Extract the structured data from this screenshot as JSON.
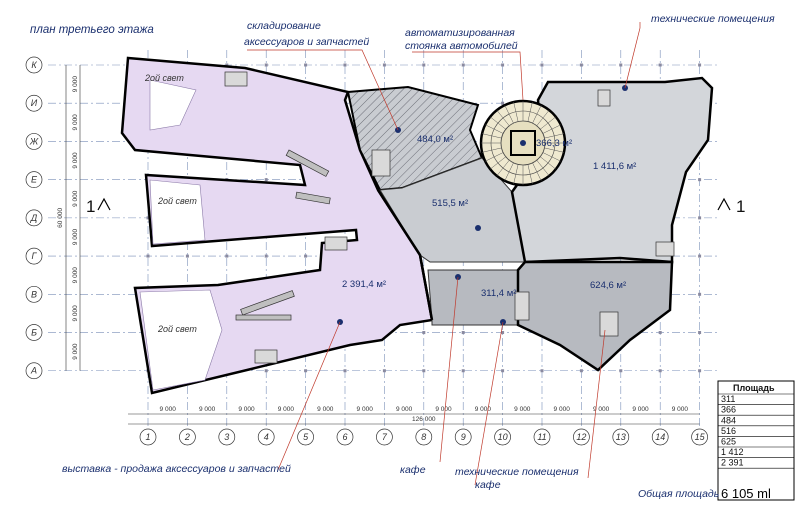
{
  "title": "план третьего этажа",
  "callouts": {
    "storage": [
      "складирование",
      "аксессуаров и запчастей"
    ],
    "parking": [
      "автоматизированная",
      "стоянка автомобилей"
    ],
    "tech_top": "технические помещения",
    "expo": "выставка - продажа аксессуаров и запчастей",
    "cafe": "кафе",
    "tech_bottom": [
      "технические помещения",
      "кафе"
    ]
  },
  "rows": [
    "К",
    "И",
    "Ж",
    "Е",
    "Д",
    "Г",
    "В",
    "Б",
    "А"
  ],
  "columns": [
    "1",
    "2",
    "3",
    "4",
    "5",
    "6",
    "7",
    "8",
    "9",
    "10",
    "11",
    "12",
    "13",
    "14",
    "15"
  ],
  "dimensions": {
    "step": "9 000",
    "total_width": "126 000",
    "total_height": "60 000"
  },
  "atrium_label": "2ой свет",
  "section_marks": [
    "1",
    "1"
  ],
  "areas": {
    "expo": "2 391,4 м²",
    "storage": "484,0 м²",
    "parking": "366,3 м²",
    "core": "515,5 м²",
    "east": "1 411,6 м²",
    "cafe": "311,4 м²",
    "southeast": "624,6 м²"
  },
  "colors": {
    "lilac": "#e6d9f2",
    "gray": "#c9ccd1",
    "gray_light": "#d3d6da",
    "line": "#1a2f6e",
    "outline": "#000000"
  },
  "table": {
    "header": "Площадь",
    "values": [
      "311",
      "366",
      "484",
      "516",
      "625",
      "1 412",
      "2 391"
    ],
    "total_label": "Общая площадь",
    "total_value": "6 105 ml"
  }
}
